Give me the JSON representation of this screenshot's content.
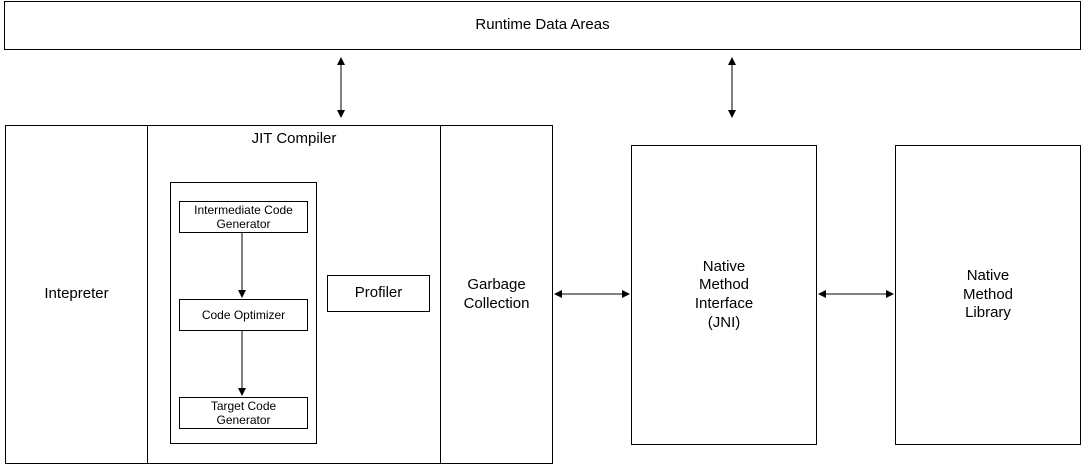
{
  "runtime_data_areas": {
    "label": "Runtime Data Areas"
  },
  "execution_engine": {
    "interpreter": {
      "label": "Intepreter"
    },
    "jit_compiler": {
      "title": "JIT Compiler",
      "intermediate_code_generator": {
        "label": "Intermediate Code\nGenerator"
      },
      "code_optimizer": {
        "label": "Code Optimizer"
      },
      "target_code_generator": {
        "label": "Target Code\nGenerator"
      },
      "profiler": {
        "label": "Profiler"
      }
    },
    "garbage_collection": {
      "label": "Garbage\nCollection"
    }
  },
  "native_method_interface": {
    "label": "Native\nMethod\nInterface\n(JNI)"
  },
  "native_method_library": {
    "label": "Native\nMethod\nLibrary"
  }
}
